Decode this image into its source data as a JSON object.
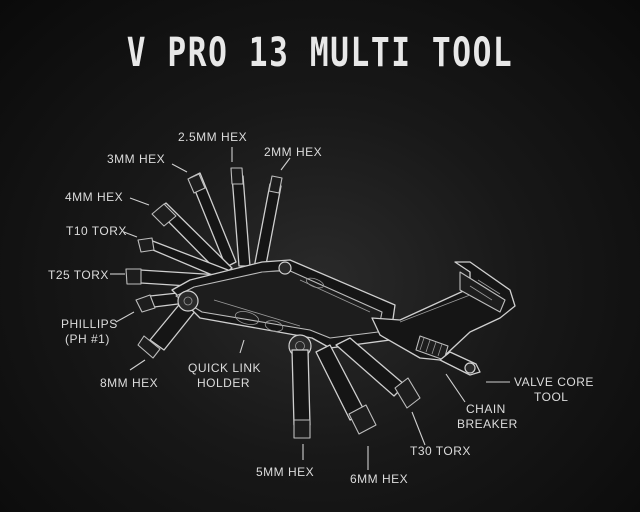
{
  "title": "V PRO 13 MULTI TOOL",
  "labels": {
    "hex_2_5mm": "2.5MM HEX",
    "hex_3mm": "3MM HEX",
    "hex_2mm": "2MM HEX",
    "hex_4mm": "4MM HEX",
    "t10_torx": "T10 TORX",
    "t25_torx": "T25 TORX",
    "phillips_line1": "PHILLIPS",
    "phillips_line2": "(PH #1)",
    "hex_8mm": "8MM HEX",
    "quick_link_line1": "QUICK LINK",
    "quick_link_line2": "HOLDER",
    "valve_core_line1": "VALVE CORE",
    "valve_core_line2": "TOOL",
    "chain_breaker_line1": "CHAIN",
    "chain_breaker_line2": "BREAKER",
    "t30_torx": "T30 TORX",
    "hex_5mm": "5MM HEX",
    "hex_6mm": "6MM HEX"
  }
}
